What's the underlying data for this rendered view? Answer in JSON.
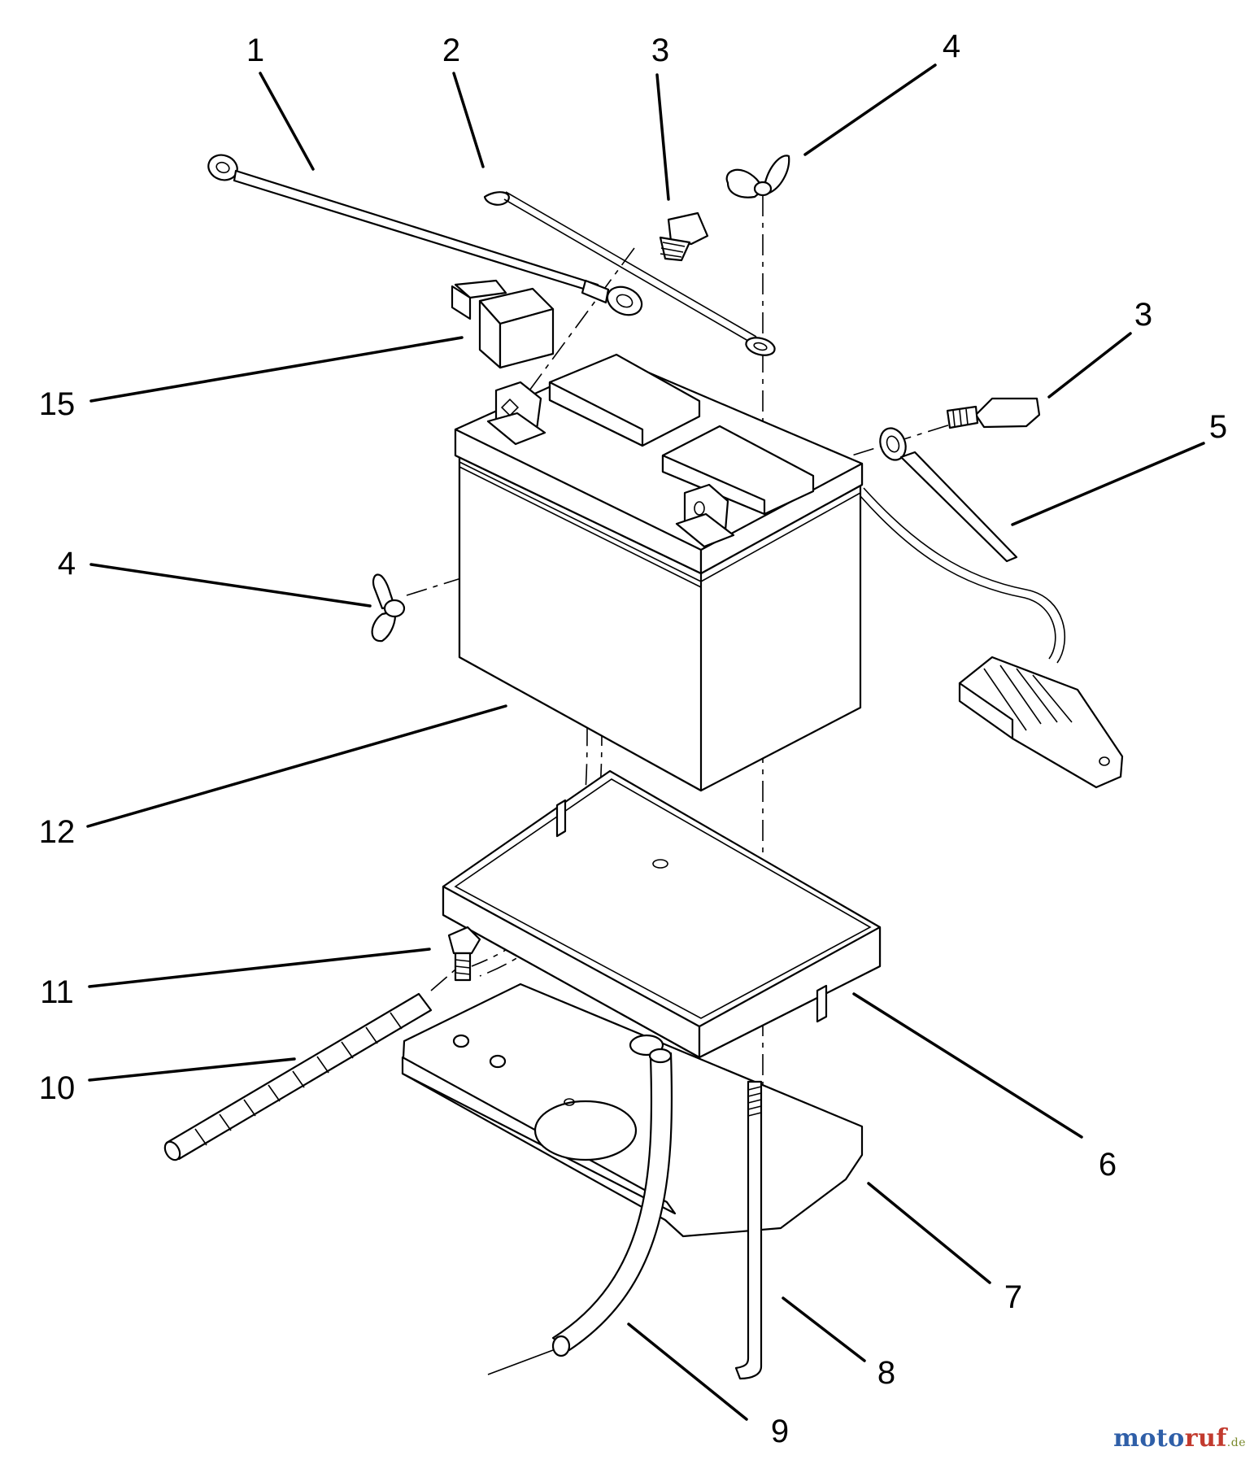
{
  "callouts": [
    {
      "id": "c1",
      "label": "1"
    },
    {
      "id": "c2",
      "label": "2"
    },
    {
      "id": "c3a",
      "label": "3"
    },
    {
      "id": "c4a",
      "label": "4"
    },
    {
      "id": "c3b",
      "label": "3"
    },
    {
      "id": "c5",
      "label": "5"
    },
    {
      "id": "c15",
      "label": "15"
    },
    {
      "id": "c4b",
      "label": "4"
    },
    {
      "id": "c12",
      "label": "12"
    },
    {
      "id": "c11",
      "label": "11"
    },
    {
      "id": "c10",
      "label": "10"
    },
    {
      "id": "c6",
      "label": "6"
    },
    {
      "id": "c7",
      "label": "7"
    },
    {
      "id": "c8",
      "label": "8"
    },
    {
      "id": "c9",
      "label": "9"
    }
  ],
  "watermark": {
    "part1": "moto",
    "part2": "ruf",
    "part3": ".de"
  }
}
